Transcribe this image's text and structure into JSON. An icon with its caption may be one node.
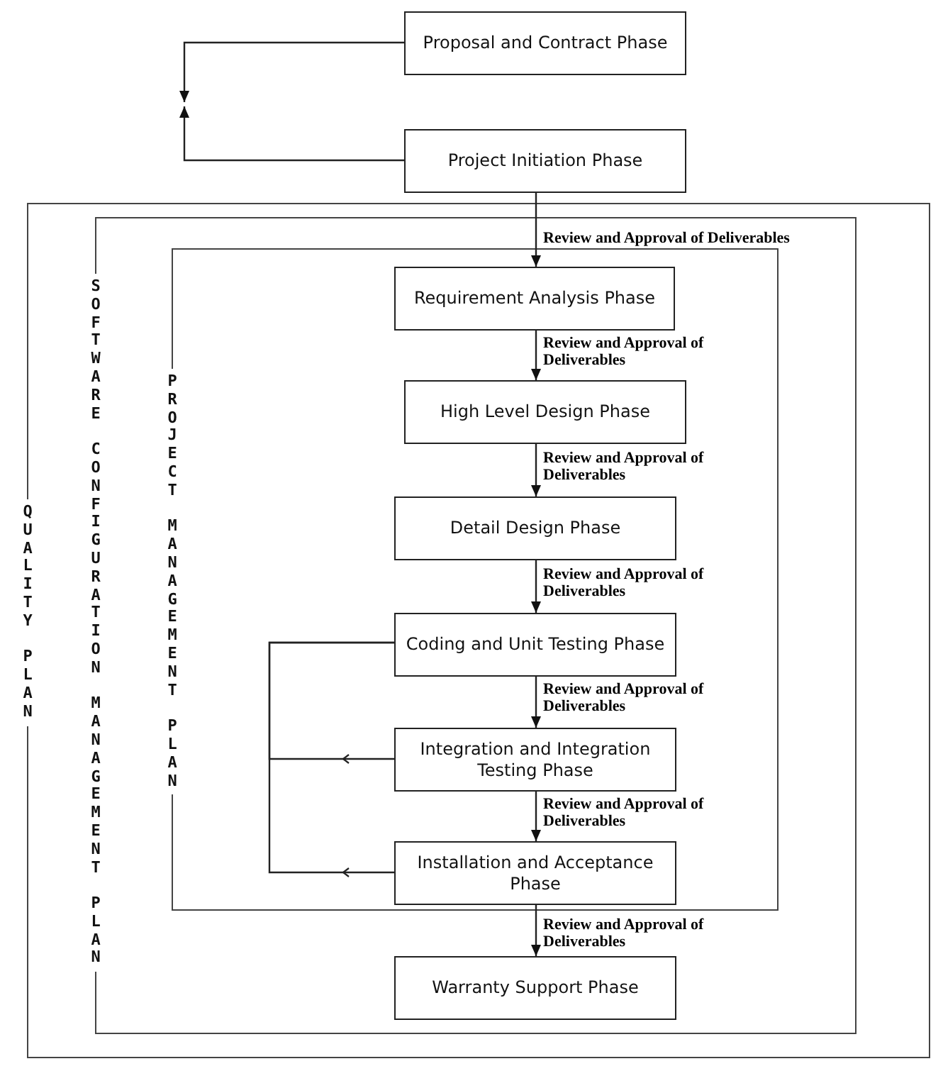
{
  "diagram": {
    "nodes": [
      {
        "text": [
          "Proposal and Contract Phase"
        ]
      },
      {
        "text": [
          "Project Initiation Phase"
        ]
      },
      {
        "text": [
          "QUALITY PLAN"
        ]
      },
      {
        "text": [
          "SOFTWARE CONFIGURATION MANAGEMENT PLAN"
        ],
        "in": 2
      },
      {
        "text": [
          "PROJECT MANAGEMENT PLAN"
        ],
        "in": 3
      },
      {
        "text": [
          "Requirement Analysis Phase"
        ],
        "in": 4
      },
      {
        "text": [
          "High Level Design Phase"
        ],
        "in": 4
      },
      {
        "text": [
          "Detail Design Phase"
        ],
        "in": 4
      },
      {
        "text": [
          "Coding and Unit Testing Phase"
        ],
        "in": 4
      },
      {
        "text": [
          "Integration and Integration Testing Phase"
        ],
        "in": 4
      },
      {
        "text": [
          "Installation and Acceptance Phase"
        ],
        "in": 4
      },
      {
        "text": [
          "Warranty Support Phase"
        ],
        "in": 3
      }
    ],
    "edges": [
      {
        "from": 0,
        "to": null,
        "arrow": "to"
      },
      {
        "from": 1,
        "to": null,
        "arrow": "to"
      },
      {
        "from": 1,
        "to": 5,
        "arrow": "to",
        "label": "Review and Approval of Deliverables"
      },
      {
        "from": 5,
        "to": 6,
        "arrow": "to",
        "label": "Review and Approval of Deliverables"
      },
      {
        "from": 6,
        "to": 7,
        "arrow": "to",
        "label": "Review and Approval of Deliverables"
      },
      {
        "from": 7,
        "to": 8,
        "arrow": "to",
        "label": "Review and Approval of Deliverables"
      },
      {
        "from": 8,
        "to": 9,
        "arrow": "to",
        "label": "Review and Approval of Deliverables"
      },
      {
        "from": 9,
        "to": 10,
        "arrow": "to",
        "label": "Review and Approval of Deliverables"
      },
      {
        "from": 10,
        "to": 11,
        "arrow": "to",
        "label": "Review and Approval of Deliverables"
      },
      {
        "from": 9,
        "to": 8,
        "arrow": "to"
      },
      {
        "from": 10,
        "to": 8,
        "arrow": "to"
      }
    ]
  }
}
